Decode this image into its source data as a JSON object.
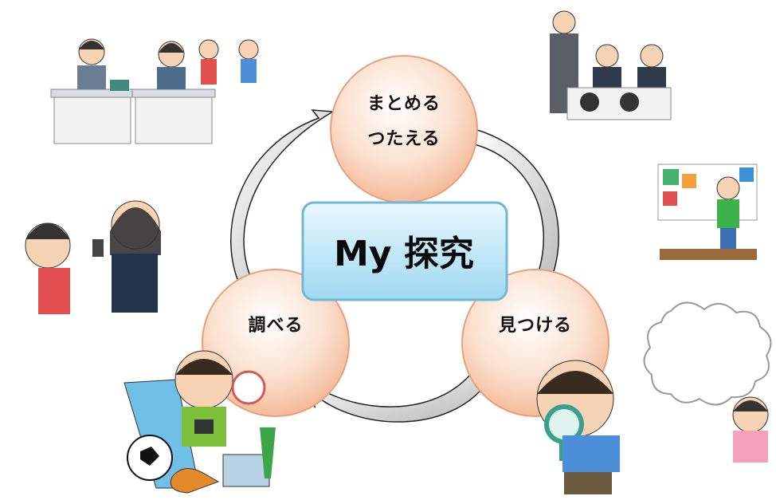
{
  "center": {
    "title": "My 探究"
  },
  "nodes": {
    "top": {
      "line1": "まとめる",
      "line2": "つたえる"
    },
    "left": {
      "label": "調べる"
    },
    "right": {
      "label": "見つける"
    }
  },
  "colors": {
    "node_fill": "#f7c9a6",
    "node_border": "#e7a07c",
    "center_fill": "#bfe7f7",
    "center_border": "#6fb9d6",
    "arrow_fill": "#cccccc",
    "arrow_stroke": "#222222"
  },
  "illustrations": [
    "office-desk-people",
    "meeting-group",
    "interview-reporter",
    "presenter-whiteboard",
    "thinking-bubble-girl",
    "hobbies-kid",
    "magnifier-boy"
  ]
}
